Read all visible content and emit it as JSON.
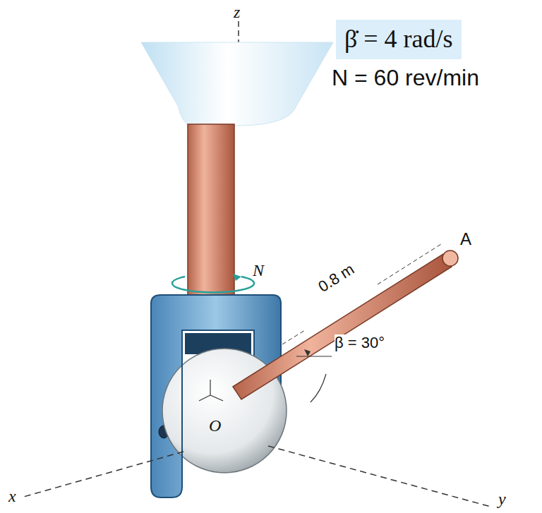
{
  "diagram": {
    "nodes": [
      {
        "text": [
          "β̇ = 4 rad/s"
        ]
      }
    ],
    "labels": [
      "N = 60 rev/min",
      "z",
      "N",
      "0.8 m",
      "A",
      "β = 30°",
      "O",
      "x",
      "y"
    ]
  }
}
